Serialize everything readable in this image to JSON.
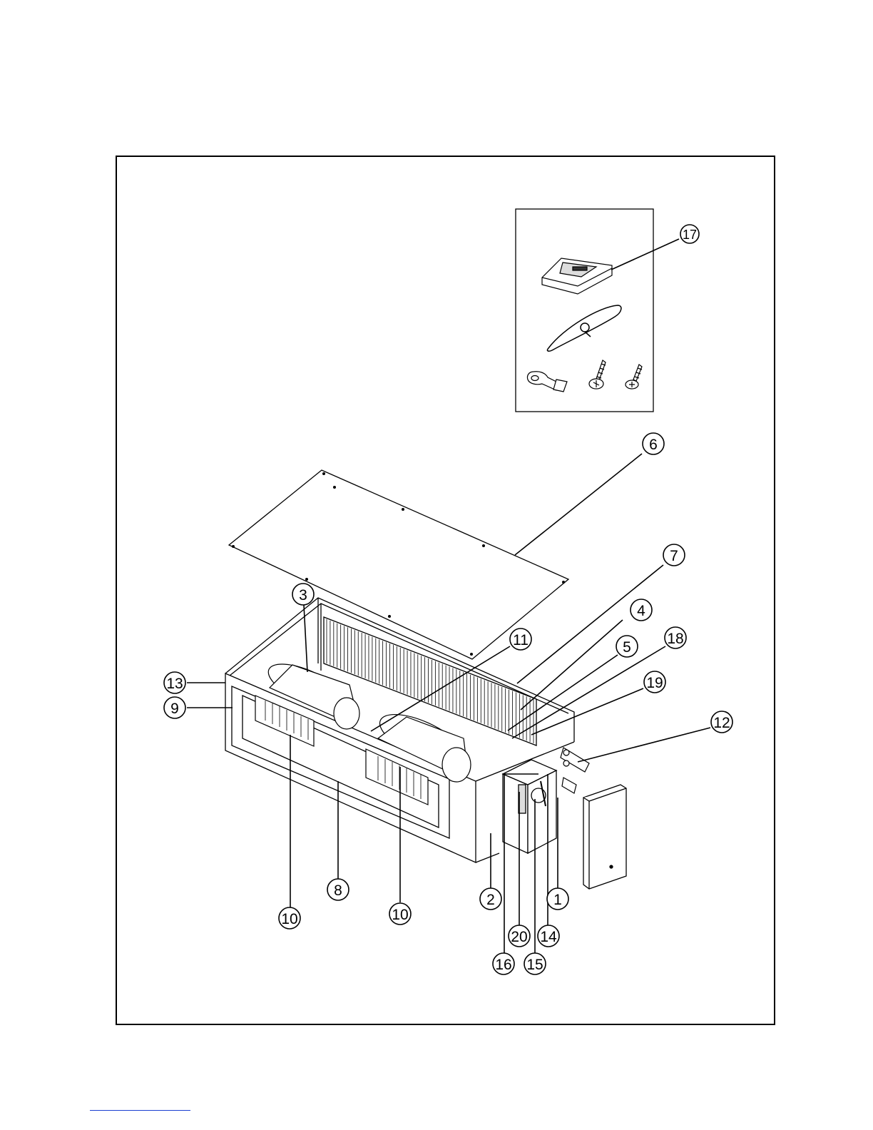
{
  "figure": {
    "kind": "exploded parts view",
    "callouts": [
      {
        "id": "1",
        "label": "1"
      },
      {
        "id": "2",
        "label": "2"
      },
      {
        "id": "3",
        "label": "3"
      },
      {
        "id": "4",
        "label": "4"
      },
      {
        "id": "5",
        "label": "5"
      },
      {
        "id": "6",
        "label": "6"
      },
      {
        "id": "7",
        "label": "7"
      },
      {
        "id": "8",
        "label": "8"
      },
      {
        "id": "9",
        "label": "9"
      },
      {
        "id": "10a",
        "label": "10"
      },
      {
        "id": "10b",
        "label": "10"
      },
      {
        "id": "11",
        "label": "11"
      },
      {
        "id": "12",
        "label": "12"
      },
      {
        "id": "13",
        "label": "13"
      },
      {
        "id": "14",
        "label": "14"
      },
      {
        "id": "15",
        "label": "15"
      },
      {
        "id": "16",
        "label": "16"
      },
      {
        "id": "17",
        "label": "17"
      },
      {
        "id": "18",
        "label": "18"
      },
      {
        "id": "19",
        "label": "19"
      },
      {
        "id": "20",
        "label": "20"
      }
    ]
  },
  "colors": {
    "line": "#000000",
    "background": "#ffffff",
    "footer_rule": "#1a3fd0"
  }
}
